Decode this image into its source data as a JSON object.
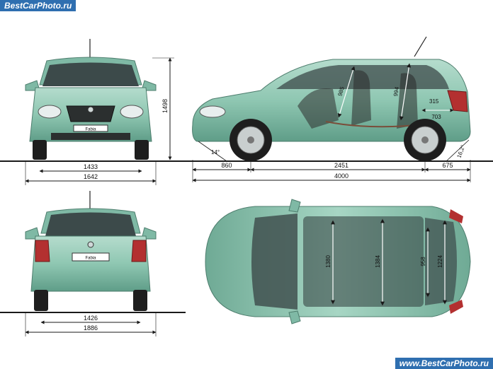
{
  "watermark": {
    "top": "BestCarPhoto.ru",
    "bottom": "www.BestCarPhoto.ru"
  },
  "badges": {
    "front": "Fabia",
    "rear": "Fabia"
  },
  "front": {
    "height": "1498",
    "track": "1433",
    "width": "1642"
  },
  "side": {
    "interior_1": "985",
    "interior_2": "994",
    "boot_len": "703",
    "boot_h": "315",
    "approach": "14°",
    "departure": "16,2°",
    "overhang_front": "860",
    "wheelbase": "2451",
    "overhang_rear": "675",
    "length": "4000"
  },
  "rear": {
    "track": "1426",
    "width": "1886"
  },
  "top": {
    "w1": "1380",
    "w2": "1384",
    "w3": "958",
    "w4": "1224"
  },
  "colors": {
    "body": "#8fc7b2",
    "body_dark": "#5f9d88",
    "glass": "#3c4a4a",
    "tyre": "#1e1e1e",
    "line": "#1a1a1a",
    "watermark": "#2f6fb0"
  }
}
